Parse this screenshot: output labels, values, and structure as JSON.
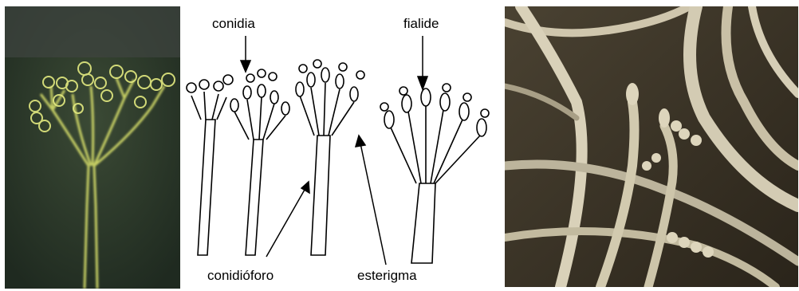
{
  "figure": {
    "panels": [
      {
        "id": "micro",
        "kind": "light-micrograph"
      },
      {
        "id": "drawing",
        "kind": "labeled-drawing"
      },
      {
        "id": "sem",
        "kind": "electron-micrograph"
      }
    ],
    "labels": {
      "conidia": "conidia",
      "fialide": "fialide",
      "conidioforo": "conidióforo",
      "esterigma": "esterigma"
    },
    "colors": {
      "micro_background": "#2b3a2a",
      "micro_structure": "#d8e070",
      "sem_background": "#3a3326",
      "sem_hyphae": "#d8d0b8"
    }
  }
}
